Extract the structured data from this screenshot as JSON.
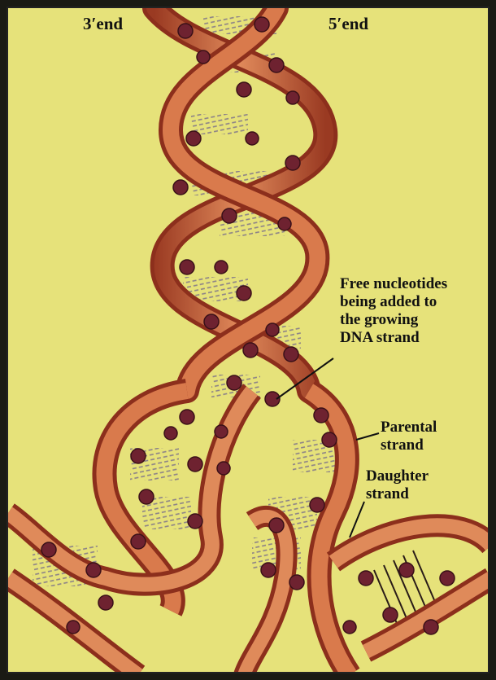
{
  "colors": {
    "background": "#e6e27a",
    "strand_outer": "#b4472b",
    "strand_inner": "#e08a55",
    "nucleotide": "#6e2230",
    "base_pair": "#c9c9c9"
  },
  "labels": {
    "end_3": "3′end",
    "end_5": "5′end",
    "free_nucleotides": [
      "Free nucleotides",
      "being added to",
      "the growing",
      "DNA strand"
    ],
    "parental": [
      "Parental",
      "strand"
    ],
    "daughter": [
      "Daughter",
      "strand"
    ]
  }
}
